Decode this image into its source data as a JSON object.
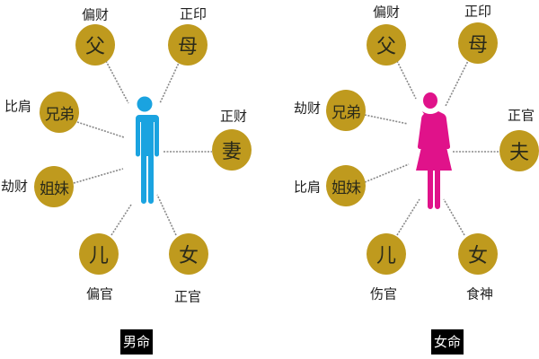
{
  "colors": {
    "node_fill": "#bf9a1e",
    "male_figure": "#1aa3e0",
    "female_figure": "#e0128a",
    "line": "#888888"
  },
  "male": {
    "caption": "男命",
    "figure_icon": "male-person-icon",
    "nodes": [
      {
        "char": "父",
        "label": "偏财"
      },
      {
        "char": "母",
        "label": "正印"
      },
      {
        "char": "兄弟",
        "label": "比肩"
      },
      {
        "char": "妻",
        "label": "正财"
      },
      {
        "char": "姐妹",
        "label": "劫财"
      },
      {
        "char": "儿",
        "label": "偏官"
      },
      {
        "char": "女",
        "label": "正官"
      }
    ]
  },
  "female": {
    "caption": "女命",
    "figure_icon": "female-person-icon",
    "nodes": [
      {
        "char": "父",
        "label": "偏财"
      },
      {
        "char": "母",
        "label": "正印"
      },
      {
        "char": "兄弟",
        "label": "劫财"
      },
      {
        "char": "夫",
        "label": "正官"
      },
      {
        "char": "姐妹",
        "label": "比肩"
      },
      {
        "char": "儿",
        "label": "伤官"
      },
      {
        "char": "女",
        "label": "食神"
      }
    ]
  }
}
